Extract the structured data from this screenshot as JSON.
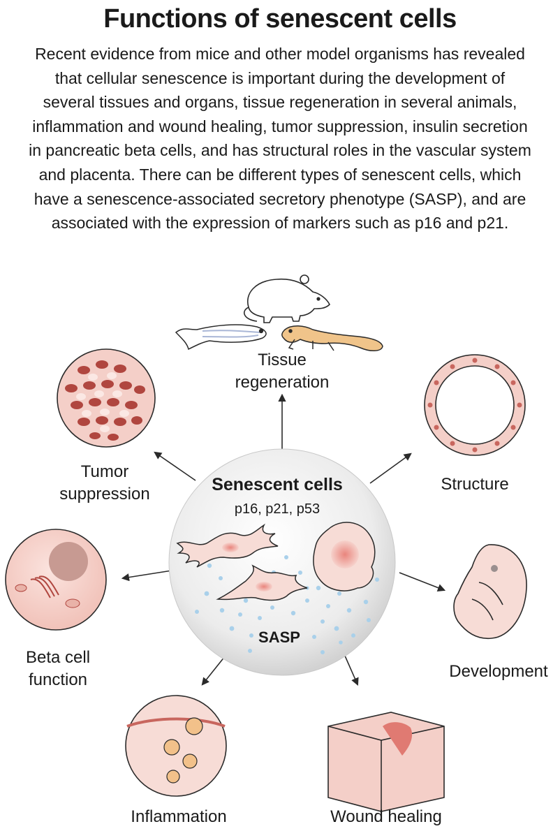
{
  "header": {
    "title": "Functions of senescent cells",
    "intro_lines": [
      "Recent evidence from mice and other model organisms has revealed",
      "that cellular senescence is important during the development of",
      "several tissues and organs, tissue regeneration in several animals,",
      "inflammation and wound healing, tumor suppression, insulin secretion",
      "in pancreatic beta cells, and has structural roles in the vascular system",
      "and placenta. There can be different types of senescent cells, which",
      "have a senescence-associated secretory phenotype (SASP), and are",
      "associated with the expression of markers such as p16 and p21."
    ]
  },
  "center": {
    "title": "Senescent cells",
    "markers": "p16, p21, p53",
    "sasp_label": "SASP"
  },
  "functions": {
    "tissue_regeneration": {
      "line1": "Tissue",
      "line2": "regeneration"
    },
    "tumor_suppression": {
      "line1": "Tumor",
      "line2": "suppression"
    },
    "structure": {
      "line1": "Structure"
    },
    "beta_cell": {
      "line1": "Beta cell",
      "line2": "function"
    },
    "development": {
      "line1": "Development"
    },
    "inflammation": {
      "line1": "Inflammation"
    },
    "wound_healing": {
      "line1": "Wound healing"
    }
  },
  "colors": {
    "cell_pink": "#f4cfc8",
    "cell_dark": "#b0463f",
    "center_grey": "#e6e6e6",
    "sasp_blue": "#a9d0ea",
    "lizard": "#f0c48a",
    "outline": "#2a2a2a"
  },
  "icons": [
    "mouse-icon",
    "zebrafish-icon",
    "salamander-icon",
    "tumor-icon",
    "vessel-ring-icon",
    "beta-cell-icon",
    "embryo-icon",
    "inflamed-tissue-icon",
    "wound-skin-icon"
  ]
}
